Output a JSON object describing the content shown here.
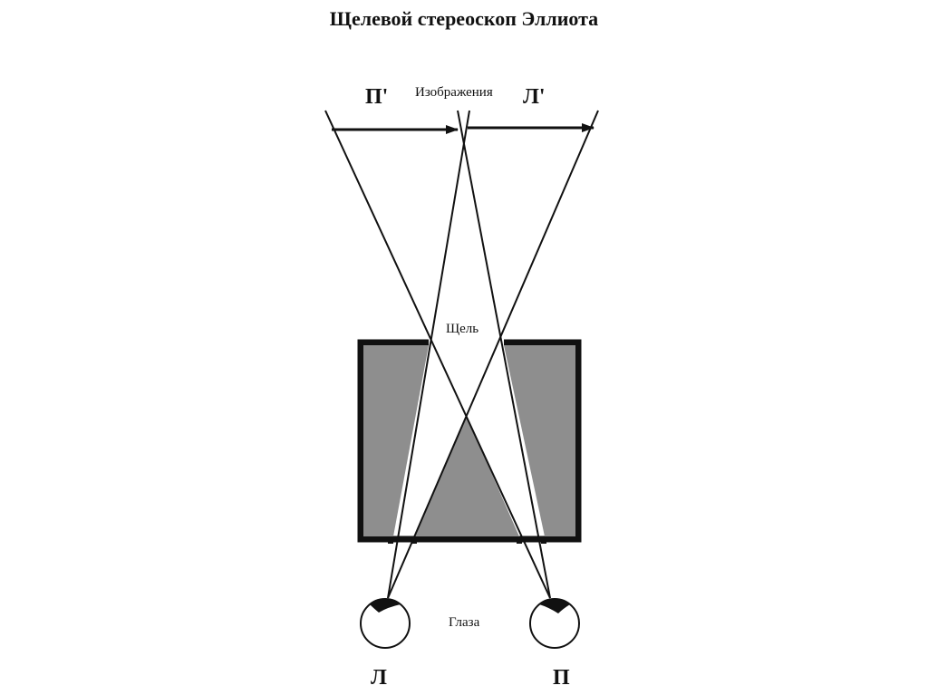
{
  "title": "Щелевой стереоскоп Эллиота",
  "labels": {
    "images": "Изображения",
    "right_image": "П'",
    "left_image": "Л'",
    "slit": "Щель",
    "eyes": "Глаза",
    "left_eye": "Л",
    "right_eye": "П"
  },
  "colors": {
    "panel_fill": "#8e8e8e",
    "stroke": "#111111"
  }
}
